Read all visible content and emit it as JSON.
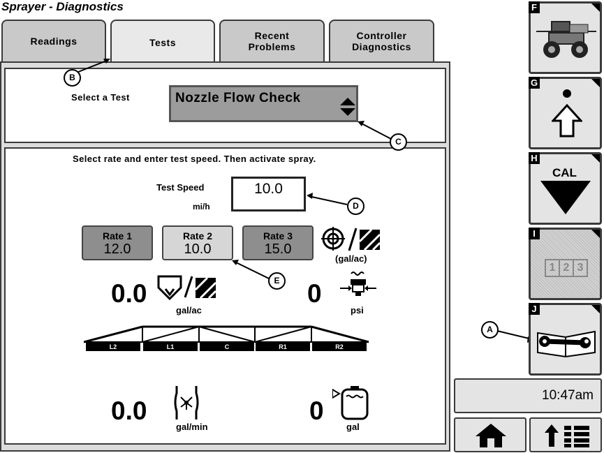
{
  "window": {
    "title": "Sprayer - Diagnostics"
  },
  "tabs": [
    {
      "label": "Readings"
    },
    {
      "label": "Tests"
    },
    {
      "label": "Recent\nProblems"
    },
    {
      "label": "Controller\nDiagnostics"
    }
  ],
  "test_select": {
    "label": "Select a Test",
    "value": "Nozzle Flow Check"
  },
  "instructions": "Select rate and enter test speed. Then activate spray.",
  "test_speed": {
    "label": "Test Speed",
    "unit": "mi/h",
    "value": "10.0"
  },
  "rates": [
    {
      "name": "Rate 1",
      "value": "12.0"
    },
    {
      "name": "Rate 2",
      "value": "10.0"
    },
    {
      "name": "Rate 3",
      "value": "15.0"
    }
  ],
  "target_rate_unit": "(gal/ac)",
  "readouts": {
    "applied_rate": {
      "value": "0.0",
      "unit": "gal/ac"
    },
    "pressure": {
      "value": "0",
      "unit": "psi"
    },
    "flow": {
      "value": "0.0",
      "unit": "gal/min"
    },
    "tank": {
      "value": "0",
      "unit": "gal"
    }
  },
  "boom_sections": [
    "L2",
    "L1",
    "C",
    "R1",
    "R2"
  ],
  "callouts": [
    "A",
    "B",
    "C",
    "D",
    "E"
  ],
  "side_buttons": [
    {
      "key": "F",
      "icon": "sprayer-machine-icon"
    },
    {
      "key": "G",
      "icon": "shift-up-arrow-icon"
    },
    {
      "key": "H",
      "label": "CAL",
      "icon": "down-triangle-icon"
    },
    {
      "key": "I",
      "label_digits": [
        "1",
        "2",
        "3"
      ],
      "icon": "rates-123-icon"
    },
    {
      "key": "J",
      "icon": "wrench-manual-icon"
    }
  ],
  "clock": "10:47am",
  "bottom_buttons": [
    {
      "icon": "home-icon"
    },
    {
      "icon": "up-arrow-menu-icon"
    }
  ]
}
